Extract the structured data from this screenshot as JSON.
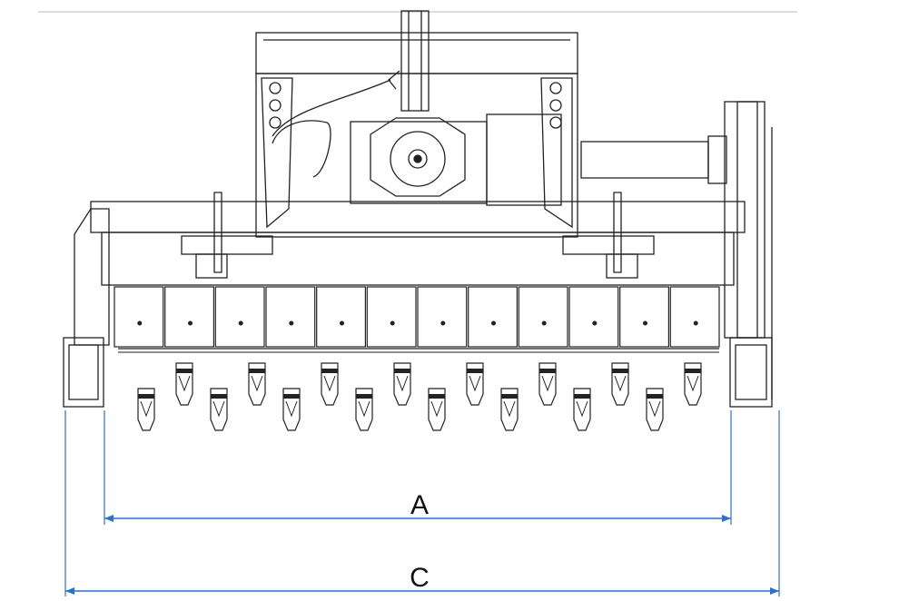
{
  "dimensions": [
    {
      "label": "A",
      "color": "#2a6fd6"
    },
    {
      "label": "C",
      "color": "#2a6fd6"
    }
  ],
  "colors": {
    "line": "#222222",
    "dimension": "#2a6fd6",
    "background": "#ffffff"
  },
  "machine": {
    "cover_panels": 12,
    "blade_rows": 2,
    "blades_per_row": [
      8,
      8
    ]
  }
}
